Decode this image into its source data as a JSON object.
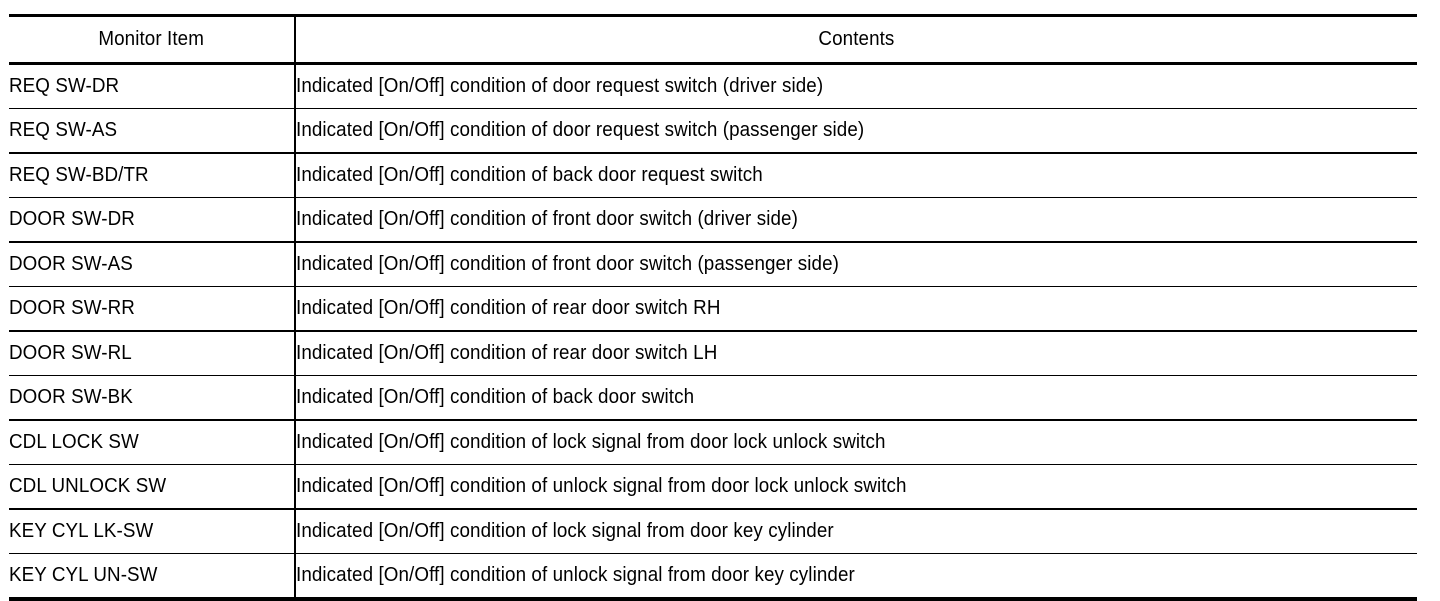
{
  "table": {
    "columns": [
      {
        "key": "monitor_item",
        "label": "Monitor Item",
        "align": "center"
      },
      {
        "key": "contents",
        "label": "Contents",
        "align": "center"
      }
    ],
    "rows": [
      {
        "monitor_item": "REQ SW-DR",
        "contents": "Indicated [On/Off] condition of door request switch (driver side)"
      },
      {
        "monitor_item": "REQ SW-AS",
        "contents": "Indicated [On/Off] condition of door request switch (passenger side)"
      },
      {
        "monitor_item": "REQ SW-BD/TR",
        "contents": "Indicated [On/Off] condition of back door request switch"
      },
      {
        "monitor_item": "DOOR SW-DR",
        "contents": "Indicated [On/Off] condition of front door switch (driver side)"
      },
      {
        "monitor_item": "DOOR SW-AS",
        "contents": "Indicated [On/Off] condition of front door switch (passenger side)"
      },
      {
        "monitor_item": "DOOR SW-RR",
        "contents": "Indicated [On/Off] condition of rear door switch RH"
      },
      {
        "monitor_item": "DOOR SW-RL",
        "contents": "Indicated [On/Off] condition of rear door switch LH"
      },
      {
        "monitor_item": "DOOR SW-BK",
        "contents": "Indicated [On/Off] condition of back door switch"
      },
      {
        "monitor_item": "CDL LOCK SW",
        "contents": "Indicated [On/Off] condition of lock signal from door lock unlock switch"
      },
      {
        "monitor_item": "CDL UNLOCK SW",
        "contents": "Indicated [On/Off] condition of unlock signal from door lock unlock switch"
      },
      {
        "monitor_item": "KEY CYL LK-SW",
        "contents": "Indicated [On/Off] condition of lock signal from door key cylinder"
      },
      {
        "monitor_item": "KEY CYL UN-SW",
        "contents": "Indicated [On/Off] condition of unlock signal from door key cylinder"
      }
    ]
  },
  "colors": {
    "text": "#000000",
    "rule": "#000000",
    "background": "#ffffff"
  }
}
